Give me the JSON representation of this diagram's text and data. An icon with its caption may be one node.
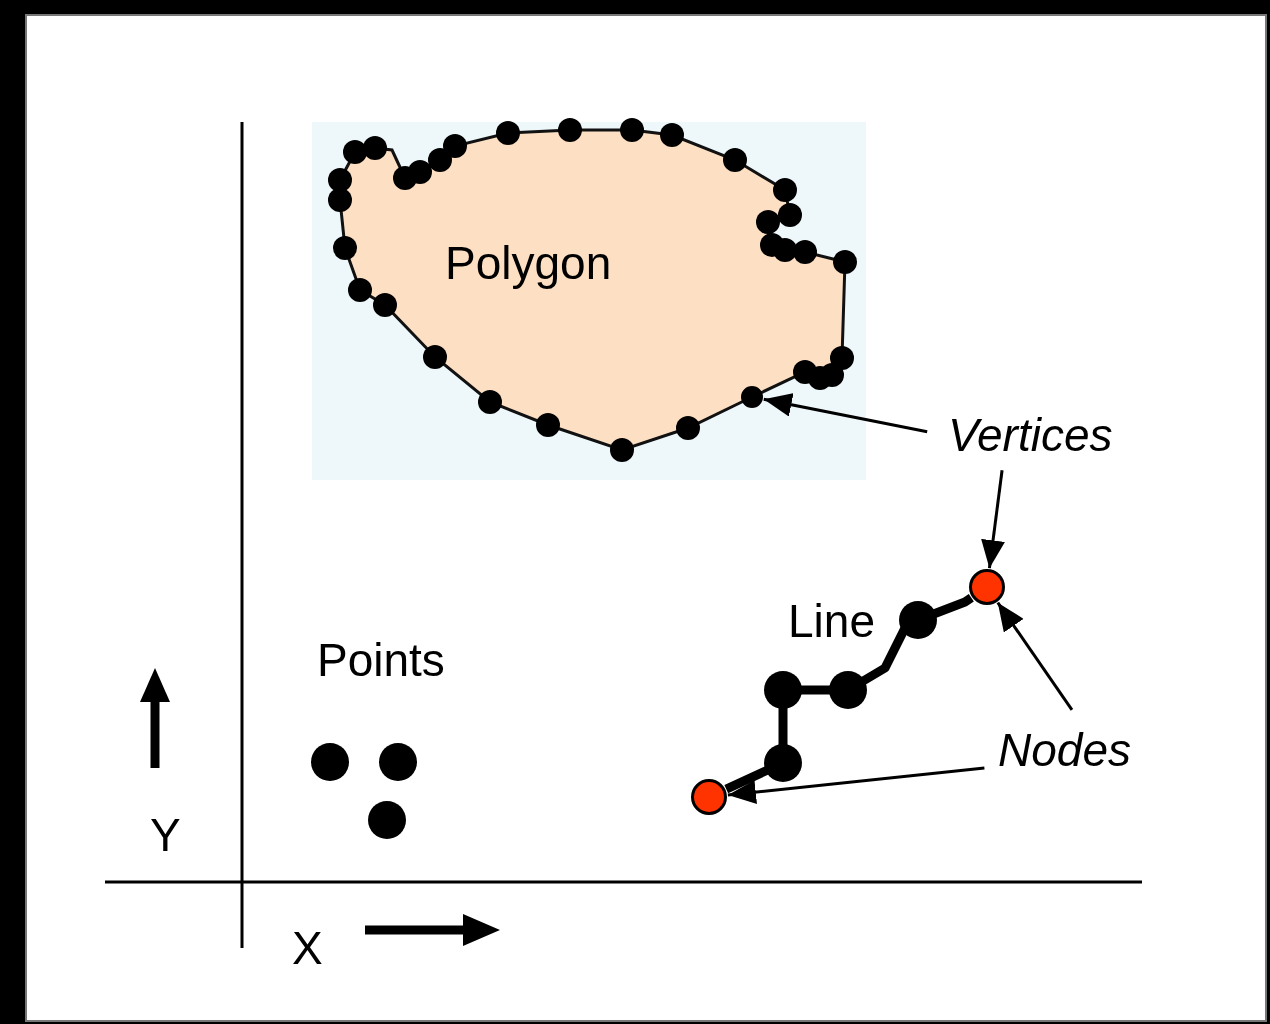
{
  "diagram": {
    "nodes": [
      {
        "text": [
          "Polygon"
        ]
      },
      {
        "text": [],
        "shape": "circle",
        "in": 0
      },
      {
        "text": [
          "Vertices"
        ]
      },
      {
        "text": [],
        "shape": "circle"
      },
      {
        "text": [
          "Nodes"
        ]
      },
      {
        "text": [],
        "shape": "circle"
      }
    ],
    "edges": [
      {
        "from": 2,
        "to": 1,
        "arrow": "to"
      },
      {
        "from": 2,
        "to": 3,
        "arrow": "to"
      },
      {
        "from": 4,
        "to": 3,
        "arrow": "to"
      },
      {
        "from": 4,
        "to": 5,
        "arrow": "to"
      },
      {
        "from": 5,
        "to": 3,
        "arrow": "none",
        "style": "thick"
      }
    ],
    "labels": [
      "Line",
      "Points",
      "Y",
      "X"
    ]
  }
}
